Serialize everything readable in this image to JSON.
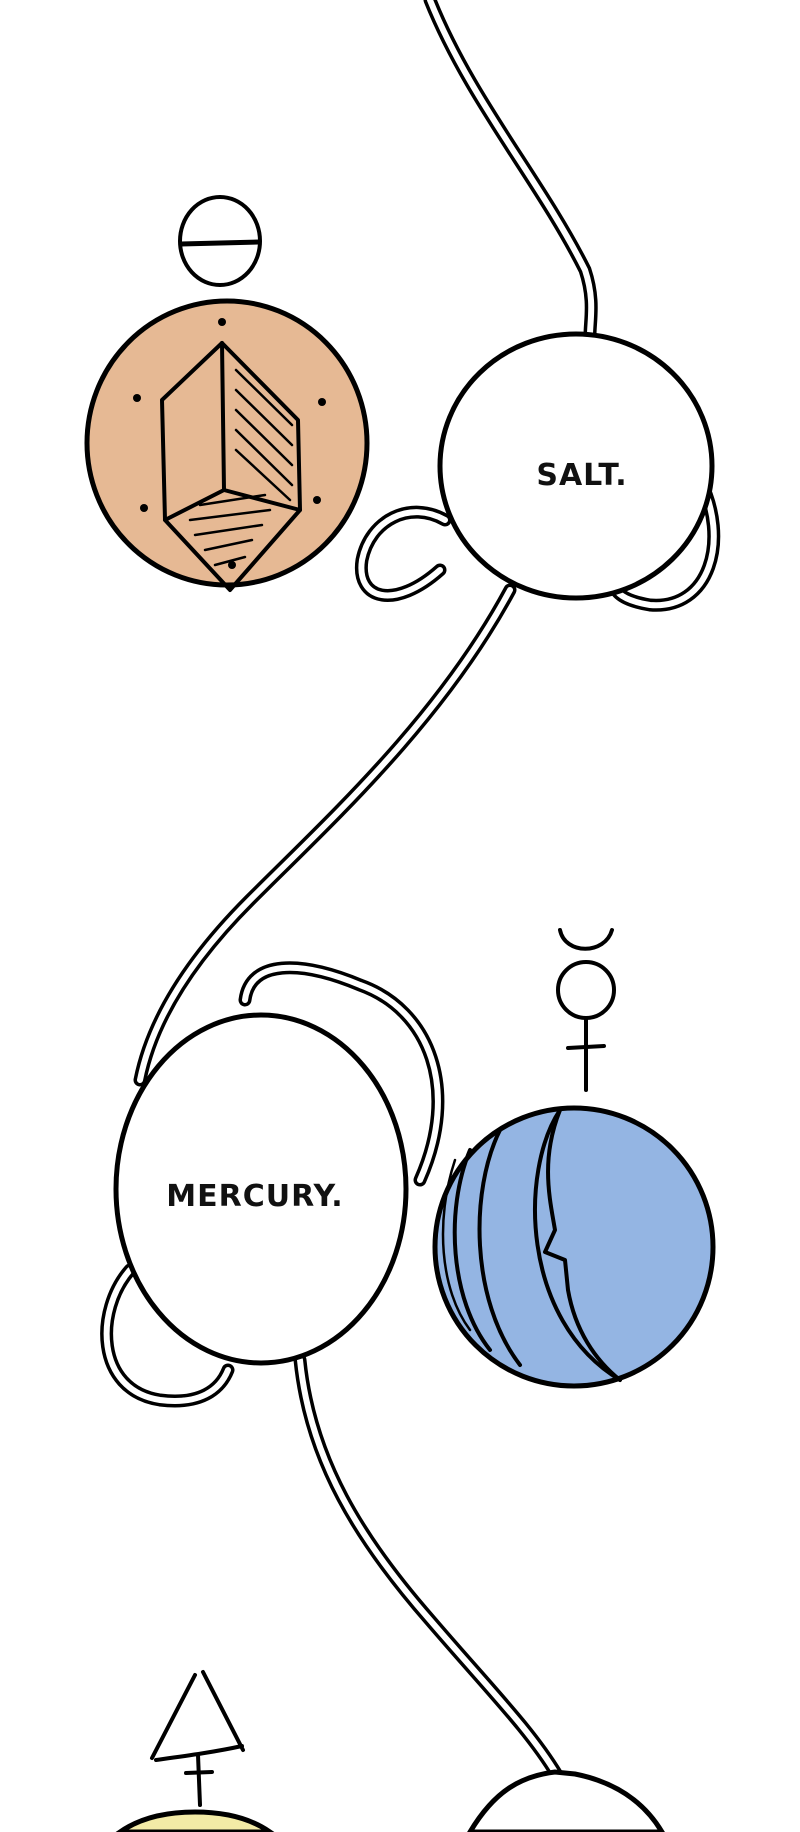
{
  "panels": [
    {
      "label": "SALT.",
      "symbol": "salt-symbol",
      "color": "#E6B994"
    },
    {
      "label": "MERCURY.",
      "symbol": "mercury-symbol",
      "color": "#94B5E3"
    },
    {
      "symbol": "sulfur-symbol",
      "color": "#F3EBA6"
    }
  ]
}
